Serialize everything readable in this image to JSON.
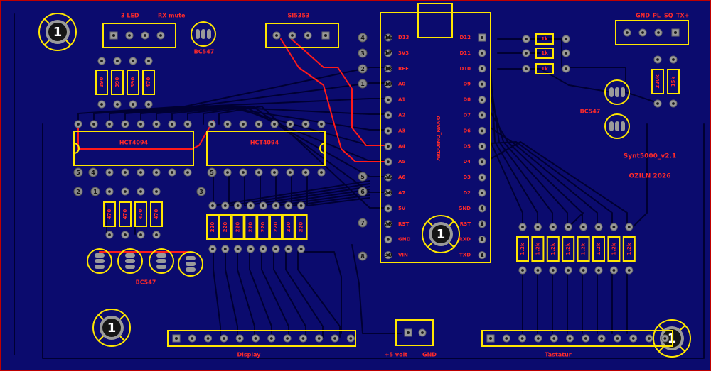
{
  "board": {
    "title": "Synt5000_v2.1",
    "author": "OZILN 2026",
    "colors": {
      "background": "#0b0b6e",
      "silk": "#ffe600",
      "label_red": "#ff2a2a",
      "trace_dark": "#000033",
      "trace_red": "#ff1a1a",
      "pad": "#9a9a9a",
      "outline": "#c00000"
    }
  },
  "headers": {
    "led_mute": {
      "label1": "3 LED",
      "label2": "RX mute"
    },
    "si5353": {
      "label": "SI5353"
    },
    "pwr_out": {
      "label1": "GND",
      "label2": "PL",
      "label3": "SQ",
      "label4": "TX+"
    },
    "display": {
      "label": "Display"
    },
    "power": {
      "label1": "+5 volt",
      "label2": "GND"
    },
    "keyboard": {
      "label": "Tastatur"
    }
  },
  "ics": {
    "ic1": {
      "label": "HCT4094"
    },
    "ic2": {
      "label": "HCT4094"
    },
    "arduino": {
      "label": "ARDUINO_NANO"
    }
  },
  "transistors": {
    "t_top": {
      "label": "BC547"
    },
    "t_right": {
      "label": "BC547"
    },
    "t_bottom": {
      "label": "BC547"
    }
  },
  "resistors": {
    "top_left": [
      "390",
      "390",
      "390",
      "470"
    ],
    "left_bottom": [
      "470",
      "470",
      "470",
      "470"
    ],
    "middle": [
      "220",
      "220",
      "220",
      "220",
      "220",
      "220",
      "220",
      "220"
    ],
    "right_1k": [
      "1k",
      "1k",
      "1k"
    ],
    "right_vertical": [
      "220k",
      "15k"
    ],
    "keyboard_pullups": [
      "1.2k",
      "1.2k",
      "1.2k",
      "1.2k",
      "1.2k",
      "1.2k",
      "1.2k",
      "1.2k"
    ]
  },
  "arduino_pins": {
    "left": [
      "D13",
      "3V3",
      "REF",
      "A0",
      "A1",
      "A2",
      "A3",
      "A4",
      "A5",
      "A6",
      "A7",
      "5V",
      "RST",
      "GND",
      "VIN"
    ],
    "left_numbers": [
      "16",
      "17",
      "18",
      "19",
      "",
      "",
      "",
      "",
      "",
      "25",
      "26",
      "",
      "28",
      "",
      "30"
    ],
    "right": [
      "D12",
      "D11",
      "D10",
      "D9",
      "D8",
      "D7",
      "D6",
      "D5",
      "D4",
      "D3",
      "D2",
      "GND",
      "RST",
      "RXD",
      "TXD"
    ],
    "right_numbers": [
      "",
      "",
      "",
      "",
      "",
      "",
      "",
      "",
      "",
      "",
      "",
      "4",
      "3",
      "2",
      "1"
    ]
  },
  "wire_markers": {
    "left_col": [
      "4",
      "3",
      "2",
      "1",
      "5",
      "6",
      "7",
      "8"
    ],
    "ic1_left": [
      "5",
      "4"
    ],
    "ic1_below": [
      "2",
      "1"
    ],
    "ic2_left": [
      "5"
    ],
    "ic2_below": [
      "3"
    ]
  },
  "mounting_holes": {
    "label": "1"
  }
}
